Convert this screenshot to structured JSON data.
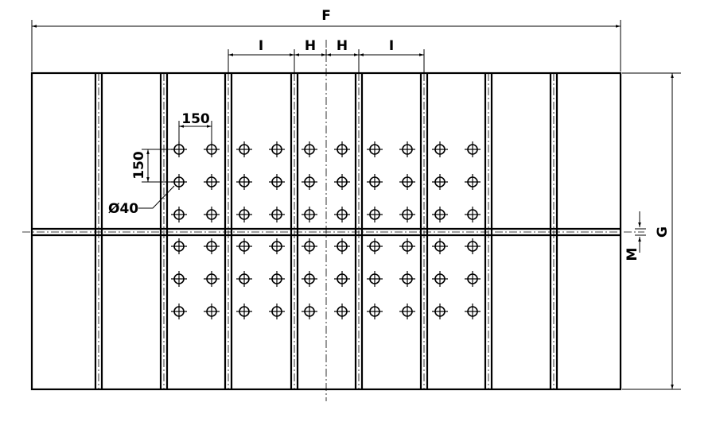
{
  "drawing": {
    "dimensions": {
      "overall_width": "F",
      "overall_height": "G",
      "outer_spacing": "I",
      "inner_spacing": "H",
      "strip_width": "M",
      "hole_pitch_x": "150",
      "hole_pitch_y": "150",
      "hole_diameter": "Ø40"
    },
    "holes": {
      "columns": 10,
      "rows": 6
    },
    "colors": {
      "line": "#000000",
      "background": "#ffffff"
    }
  }
}
